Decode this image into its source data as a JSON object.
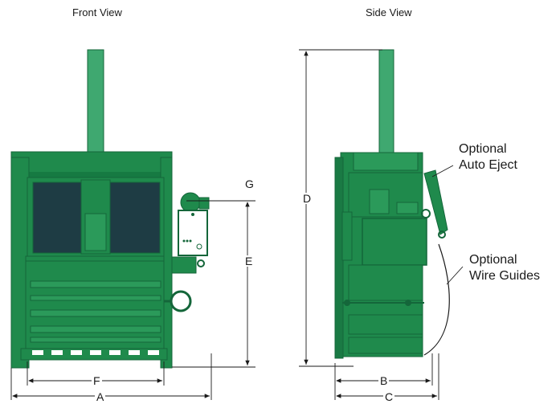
{
  "views": {
    "front_title": "Front View",
    "side_title": "Side View"
  },
  "dimensions": {
    "a": "A",
    "b": "B",
    "c": "C",
    "d": "D",
    "e": "E",
    "f": "F",
    "g": "G"
  },
  "callouts": {
    "auto_eject_line1": "Optional",
    "auto_eject_line2": "Auto Eject",
    "wire_guides_line1": "Optional",
    "wire_guides_line2": "Wire Guides"
  },
  "colors": {
    "machine_green": "#1f8a4c",
    "machine_dark": "#14663a",
    "cylinder_green": "#3fa870",
    "window_dark": "#1e3c44",
    "line": "#1a1a1a"
  }
}
